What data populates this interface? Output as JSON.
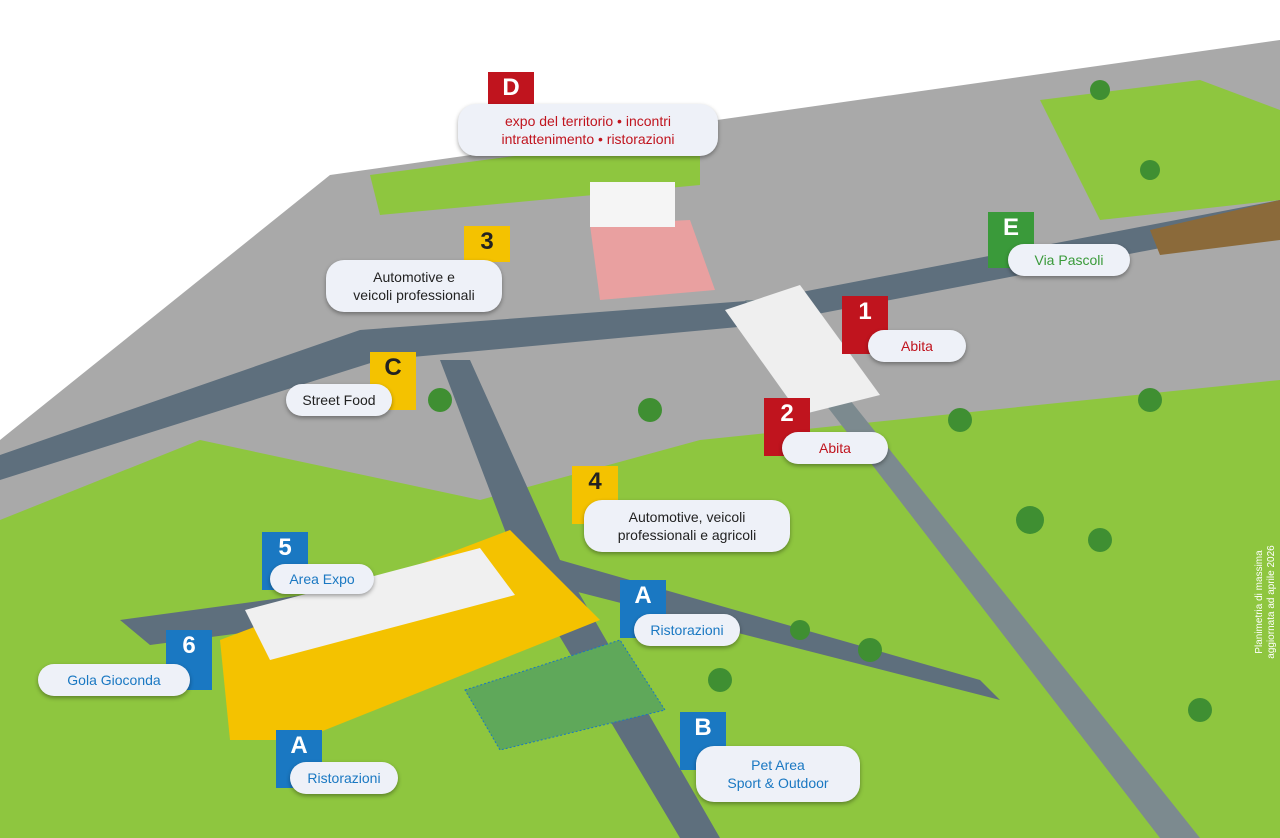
{
  "colors": {
    "red": "#c0141e",
    "yellow": "#f4c200",
    "blue": "#1a78c2",
    "green": "#3a9a3a",
    "grass": "#8ec63f",
    "road": "#5e6f7d",
    "building": "#a9a9a9"
  },
  "markers": [
    {
      "code": "D",
      "label_lines": [
        "expo del territorio • incontri",
        "intrattenimento • ristorazioni"
      ],
      "color": "red"
    },
    {
      "code": "3",
      "label_lines": [
        "Automotive e",
        "veicoli professionali"
      ],
      "color": "yellow"
    },
    {
      "code": "C",
      "label_lines": [
        "Street Food"
      ],
      "color": "yellow"
    },
    {
      "code": "1",
      "label_lines": [
        "Abita"
      ],
      "color": "red"
    },
    {
      "code": "2",
      "label_lines": [
        "Abita"
      ],
      "color": "red"
    },
    {
      "code": "E",
      "label_lines": [
        "Via Pascoli"
      ],
      "color": "green"
    },
    {
      "code": "4",
      "label_lines": [
        "Automotive, veicoli",
        "professionali e agricoli"
      ],
      "color": "yellow"
    },
    {
      "code": "5",
      "label_lines": [
        "Area Expo"
      ],
      "color": "blue"
    },
    {
      "code": "A",
      "label_lines": [
        "Ristorazioni"
      ],
      "color": "blue"
    },
    {
      "code": "6",
      "label_lines": [
        "Gola Gioconda"
      ],
      "color": "blue"
    },
    {
      "code": "A",
      "label_lines": [
        "Ristorazioni"
      ],
      "color": "blue"
    },
    {
      "code": "B",
      "label_lines": [
        "Pet Area",
        "Sport & Outdoor"
      ],
      "color": "blue"
    }
  ],
  "note": {
    "line1": "Planimetria di massima",
    "line2": "aggiornata ad aprile 2026"
  }
}
